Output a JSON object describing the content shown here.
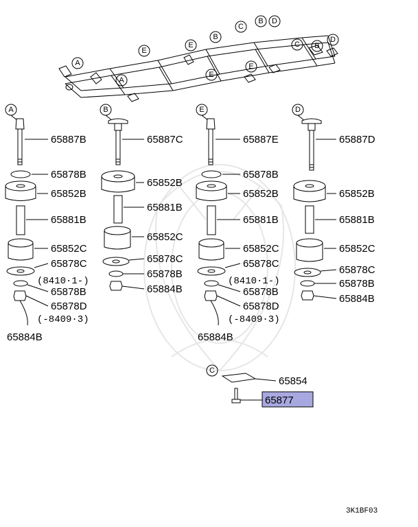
{
  "frame_callouts": [
    "A",
    "A",
    "E",
    "E",
    "B",
    "C",
    "B",
    "D",
    "E",
    "C",
    "B",
    "D",
    "E"
  ],
  "columns": [
    {
      "key": "A",
      "parts": [
        "65887B",
        "65878B",
        "65852B",
        "65881B",
        "65852C",
        "65878C",
        "(8410·1-)",
        "65878B",
        "65878D",
        "(-8409·3)",
        "65884B"
      ]
    },
    {
      "key": "B",
      "parts": [
        "65887C",
        "65852B",
        "65881B",
        "65852C",
        "65878C",
        "65878B",
        "65884B"
      ]
    },
    {
      "key": "E",
      "parts": [
        "65887E",
        "65878B",
        "65852B",
        "65881B",
        "65852C",
        "65878C",
        "(8410·1-)",
        "65878B",
        "65878D",
        "(-8409·3)",
        "65884B"
      ]
    },
    {
      "key": "D",
      "parts": [
        "65887D",
        "65852B",
        "65881B",
        "65852C",
        "65878C",
        "65878B",
        "65884B"
      ]
    }
  ],
  "detail_c": {
    "key": "C",
    "plate": "65854",
    "bolt": "65877",
    "highlight_color": "#a8a8e0"
  },
  "figure_code": "3K1BF03"
}
